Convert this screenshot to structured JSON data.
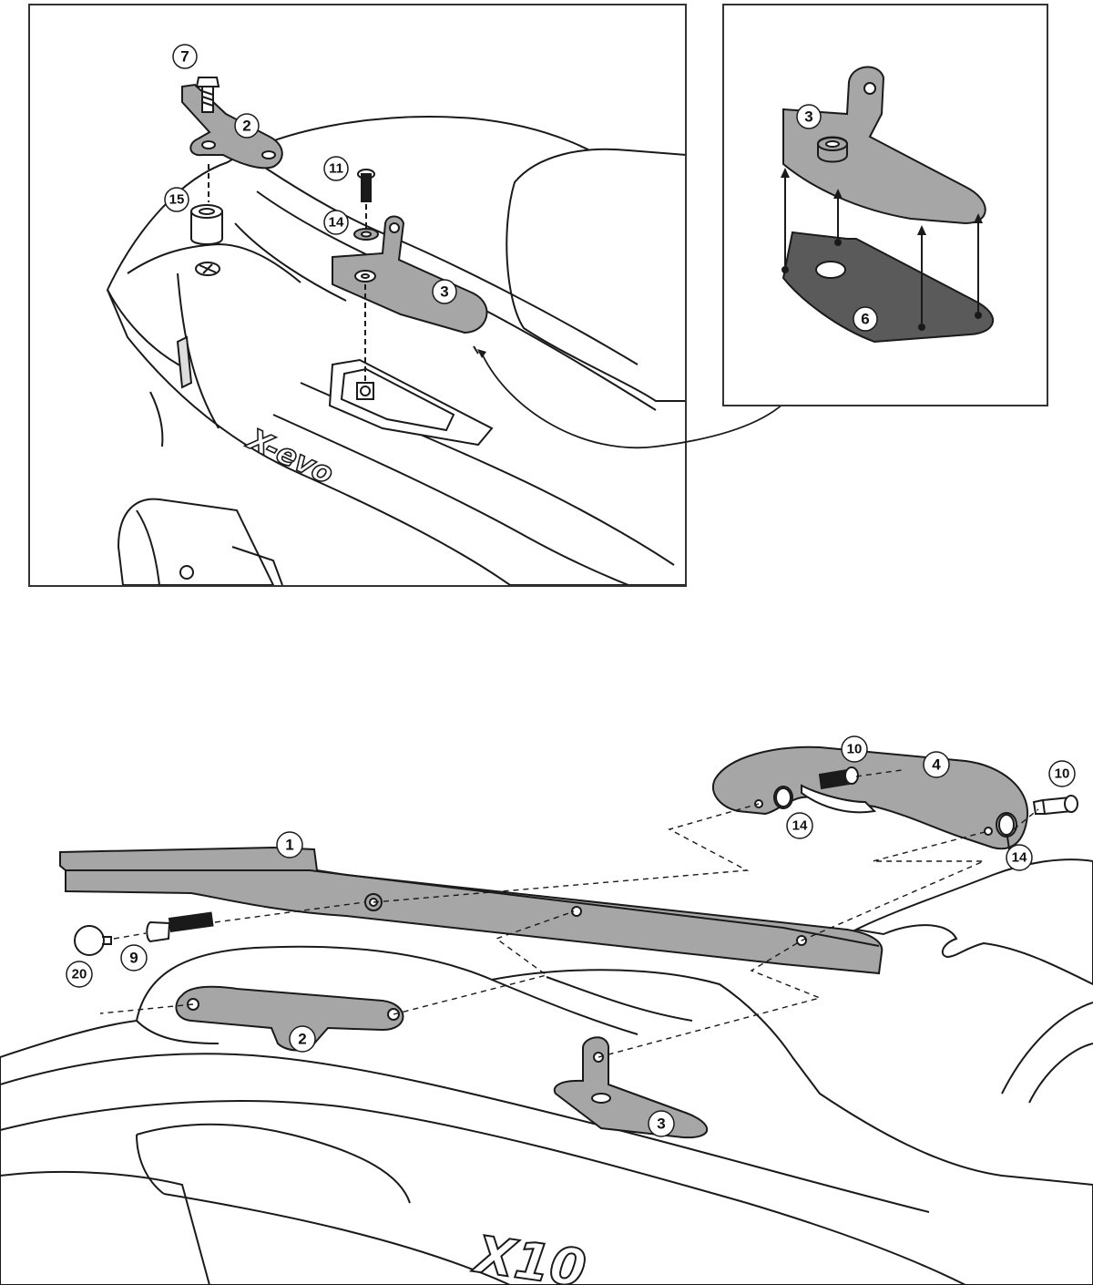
{
  "colors": {
    "line": "#1a1a1a",
    "part_fill": "#a6a6a6",
    "dark_fill": "#5a5a5a",
    "body_fill": "#ffffff",
    "frame": "#333333"
  },
  "top_left_panel": {
    "labels": [
      "7",
      "2",
      "15",
      "11",
      "14",
      "3"
    ],
    "brand_text": "X-evo"
  },
  "top_right_panel": {
    "labels": [
      "3",
      "6"
    ]
  },
  "bottom_assembly": {
    "labels": [
      "1",
      "10",
      "4",
      "10",
      "14",
      "14",
      "9",
      "20",
      "2",
      "3"
    ],
    "brand_text": "X10"
  }
}
